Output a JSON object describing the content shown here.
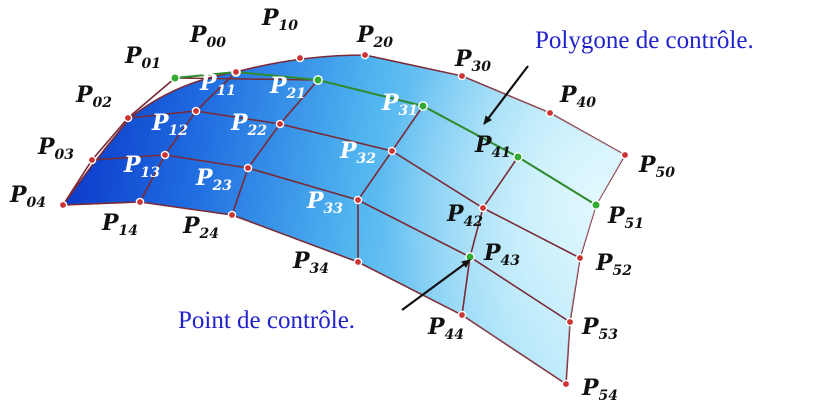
{
  "captions": {
    "polygon": "Polygone de contrôle.",
    "point": "Point de contrôle."
  },
  "labels": {
    "P00": {
      "main": "P",
      "sub": "00"
    },
    "P10": {
      "main": "P",
      "sub": "10"
    },
    "P20": {
      "main": "P",
      "sub": "20"
    },
    "P30": {
      "main": "P",
      "sub": "30"
    },
    "P40": {
      "main": "P",
      "sub": "40"
    },
    "P50": {
      "main": "P",
      "sub": "50"
    },
    "P01": {
      "main": "P",
      "sub": "01"
    },
    "P11": {
      "main": "P",
      "sub": "11"
    },
    "P21": {
      "main": "P",
      "sub": "21"
    },
    "P31": {
      "main": "P",
      "sub": "31"
    },
    "P41": {
      "main": "P",
      "sub": "41"
    },
    "P51": {
      "main": "P",
      "sub": "51"
    },
    "P02": {
      "main": "P",
      "sub": "02"
    },
    "P12": {
      "main": "P",
      "sub": "12"
    },
    "P22": {
      "main": "P",
      "sub": "22"
    },
    "P32": {
      "main": "P",
      "sub": "32"
    },
    "P42": {
      "main": "P",
      "sub": "42"
    },
    "P52": {
      "main": "P",
      "sub": "52"
    },
    "P03": {
      "main": "P",
      "sub": "03"
    },
    "P13": {
      "main": "P",
      "sub": "13"
    },
    "P23": {
      "main": "P",
      "sub": "23"
    },
    "P33": {
      "main": "P",
      "sub": "33"
    },
    "P43": {
      "main": "P",
      "sub": "43"
    },
    "P53": {
      "main": "P",
      "sub": "53"
    },
    "P04": {
      "main": "P",
      "sub": "04"
    },
    "P14": {
      "main": "P",
      "sub": "14"
    },
    "P24": {
      "main": "P",
      "sub": "24"
    },
    "P34": {
      "main": "P",
      "sub": "34"
    },
    "P44": {
      "main": "P",
      "sub": "44"
    },
    "P54": {
      "main": "P",
      "sub": "54"
    }
  },
  "colors": {
    "caption_text": "#2222cc",
    "grid_line": "#7a2a36",
    "polygon_line": "#2e8b2e",
    "control_point": "#cc3333",
    "highlight_point": "#33aa33",
    "surface_dark": "#0a36c8",
    "surface_mid": "#3a9ee8",
    "surface_light": "#c9eefc"
  }
}
